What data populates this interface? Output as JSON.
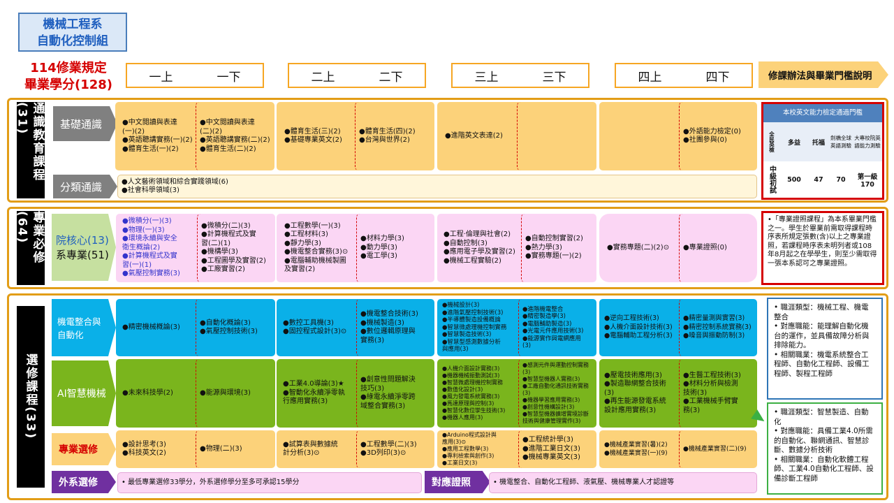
{
  "dept_title": "機械工程系\n自動化控制組",
  "credits_req": "114修業規定\n畢業學分(128)",
  "years": [
    {
      "a": "一上",
      "b": "一下"
    },
    {
      "a": "二上",
      "b": "二下"
    },
    {
      "a": "三上",
      "b": "三下"
    },
    {
      "a": "四上",
      "b": "四下"
    }
  ],
  "rules_header": "修課辦法與畢業門檻說明",
  "general": {
    "title": "通識教育課程(31)",
    "basic_label": "基礎通識",
    "category_label": "分類通識",
    "basic_cells": [
      "●中文閱讀與表達\n(一)(2)\n●英語聽講實務(一)(2)\n●體育生活(一)(2)",
      "●中文閱讀與表達\n(二)(2)\n●英語聽講實務(二)(2)\n●體育生活(二)(2)",
      "●體育生活(三)(2)\n●基礎專業英文(2)",
      "●體育生活(四)(2)\n●台灣與世界(2)",
      "●進階英文表達(2)",
      "",
      "",
      "●外語能力檢定(0)\n●社團參與(0)"
    ],
    "category_text": "●人文藝術領域和綜合實踐領域(6)\n●社會科學領域(3)"
  },
  "english": {
    "title": "本校英文能力檢定通過門檻",
    "headers": [
      "全民英檢",
      "多益",
      "托福",
      "劍橋全球英語測驗",
      "大專校院英語能力測驗"
    ],
    "values": [
      "中級初試",
      "500",
      "47",
      "70",
      "第一級170"
    ]
  },
  "major": {
    "title": "專業必修(64)",
    "label1": "院核心(13)",
    "label2": "系專業(51)",
    "cells": [
      "●微積分(一)(3)\n●物理(一)(3)\n●環境永續與安全\n衛生概論(2)\n●計算機程式及實\n習(一)(1)\n●氣壓控制實務(3)",
      "●微積分(二)(3)\n●計算機程式及實\n習(二)(1)\n●機構學(3)\n●工程圖學及實習(2)\n●工廠實習(2)",
      "●工程數學(一)(3)\n●工程材料(3)\n●靜力學(3)\n●機電整合實務(3)⊙\n●電腦輔助機械製圖\n及實習(2)",
      "●材料力學(3)\n●動力學(3)\n●電工學(3)",
      "●工程‧倫理與社會(2)\n●自動控制(3)\n●應用電子學及實習(2)\n●機械工程實驗(2)",
      "●自動控制實習(2)\n●熱力學(3)\n●實務專題(一)(2)",
      "●實務專題(二)(2)⊙",
      "●專業證照(0)"
    ],
    "note": "•「專業證照課程」為本系畢業門檻之一。學生於畢業前需取得課程時序表所規定張數(含)以上之專業證照，若課程時序表未明列者或108年8月起之在學學生，則至少需取得一張本系認可之專業證照。"
  },
  "elective": {
    "title": "選修課程(33)",
    "rows": [
      {
        "label": "機電整合與\n自動化",
        "cells": [
          "●精密機械概論(3)",
          "●自動化概論(3)\n●氣壓控制技術(3)",
          "●數控工具機(3)\n●固控程式設計(3)⊙",
          "●機電整合技術(3)\n●機械製造(3)\n●數位邏輯原理與\n實務(3)",
          "●機械設計(3)\n●進階氣壓控制技術(3)\n●半導體製造設備概論\n●智慧微處理機控制實務\n●智慧製造技術(3)\n●智慧型感測數據分析\n與應用(3)",
          "●進階機電整合\n●精密製造學(3)\n●電腦輔助製造(3)\n●光電元件應用技術(3)\n●能源實作與電網應用\n(3)",
          "●逆向工程技術(3)\n●人機介面設計技術(3)\n●電腦輔助工程分析(3)",
          "●精密量測與實習(3)\n●精密控制系統實務(3)\n●噪音與振動防制(3)"
        ]
      },
      {
        "label": "AI智慧機械",
        "cells": [
          "●未來科技學(2)",
          "●能源與環境(3)",
          "●工業4.0導論(3)★\n●智動化永續淨零執\n行應用實務(3)",
          "●創意性問題解決\n技巧(3)\n●綠電永續淨零跨\n域整合實務(3)",
          "●人機介面設計實務(3)\n●機器機械振動測試(3)\n●智慧微處理機控制實務\n●數值化設計(3)\n●風力發電系統實務(3)\n●馬達原理與控制(3)\n●智慧化數位孿生技術(3)\n●機器人應用(3)",
          "●感測元件與運動控制實務\n(3)\n●智慧型機器人實務(3)\n●工廠自動化通訊技術實務\n(3)\n●機器學習應用實務(3)\n●創意性機構設計(3)\n●智慧型機器擴增實境診斷\n技術與健康管理實作(3)",
          "●壓電技術應用(3)\n●製造聯網整合技術\n(3)\n●再生能源發電系統\n設計應用實務(3)",
          "●生醫工程技術(3)\n●材料分析與檢測\n技術(3)\n●工業機械手臂實\n務(3)"
        ]
      },
      {
        "label": "專業選修",
        "cells": [
          "●設計思考(3)\n●科技英文(2)",
          "●物理(二)(3)",
          "●試算表與數據統\n計分析(3)⊙",
          "●工程數學(二)(3)\n●3D列印(3)⊙",
          "●Arduino程式設計與\n應用(3)⊙\n●應用工程數學(3)\n●專利檢索與創作(3)\n●工業日文(3)",
          "●工程統計學(3)\n●進階工業日文(3)\n●機械專業英文(3)",
          "●機械產業實習(暑)(2)\n●機械產業實習(一)(9)",
          "●機械產業實習(二)(9)"
        ]
      }
    ],
    "ext_label": "外系選修",
    "ext_text": "• 最低專業選修33學分，外系選修學分至多可承認15學分",
    "cert_label": "對應證照",
    "cert_text": "• 機電整合、自動化工程師、液氣壓、機械專業人才認證等",
    "note_blue": "• 職涯類型：機械工程、機電整合\n• 對應職能：能理解自動化機台的運作，並具備故障分析與排除能力。\n• 相關職業：機電系統整合工程師、自動化工程師、設備工程師、製程工程師",
    "note_green": "• 職涯類型：智慧製造、自動化\n• 對應職能：具備工業4.0所需的自動化、聯網通訊、智慧診斷、數據分析技術\n• 相關職業：自動化軟體工程師、工業4.0自動化工程師、設備診斷工程師"
  },
  "colors": {
    "orange_border": "#e29d17",
    "red": "#d50000",
    "blue": "#0ab0e8",
    "green": "#7ab51d",
    "purple": "#7030a0"
  }
}
